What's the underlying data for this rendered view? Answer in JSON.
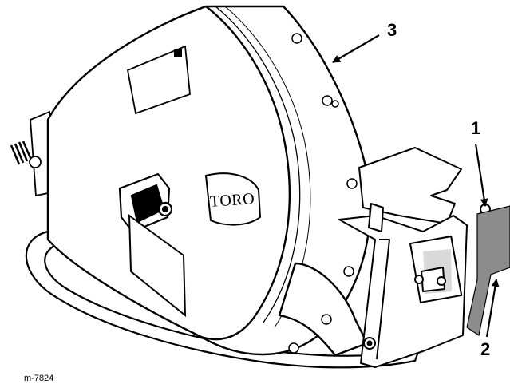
{
  "callouts": [
    {
      "id": "1",
      "label": "1"
    },
    {
      "id": "2",
      "label": "2"
    },
    {
      "id": "3",
      "label": "3"
    }
  ],
  "decal_text": "TORO",
  "figure_id": "m-7824",
  "colors": {
    "line": "#000000",
    "fill": "#ffffff",
    "strap": "#8c8c8c"
  }
}
